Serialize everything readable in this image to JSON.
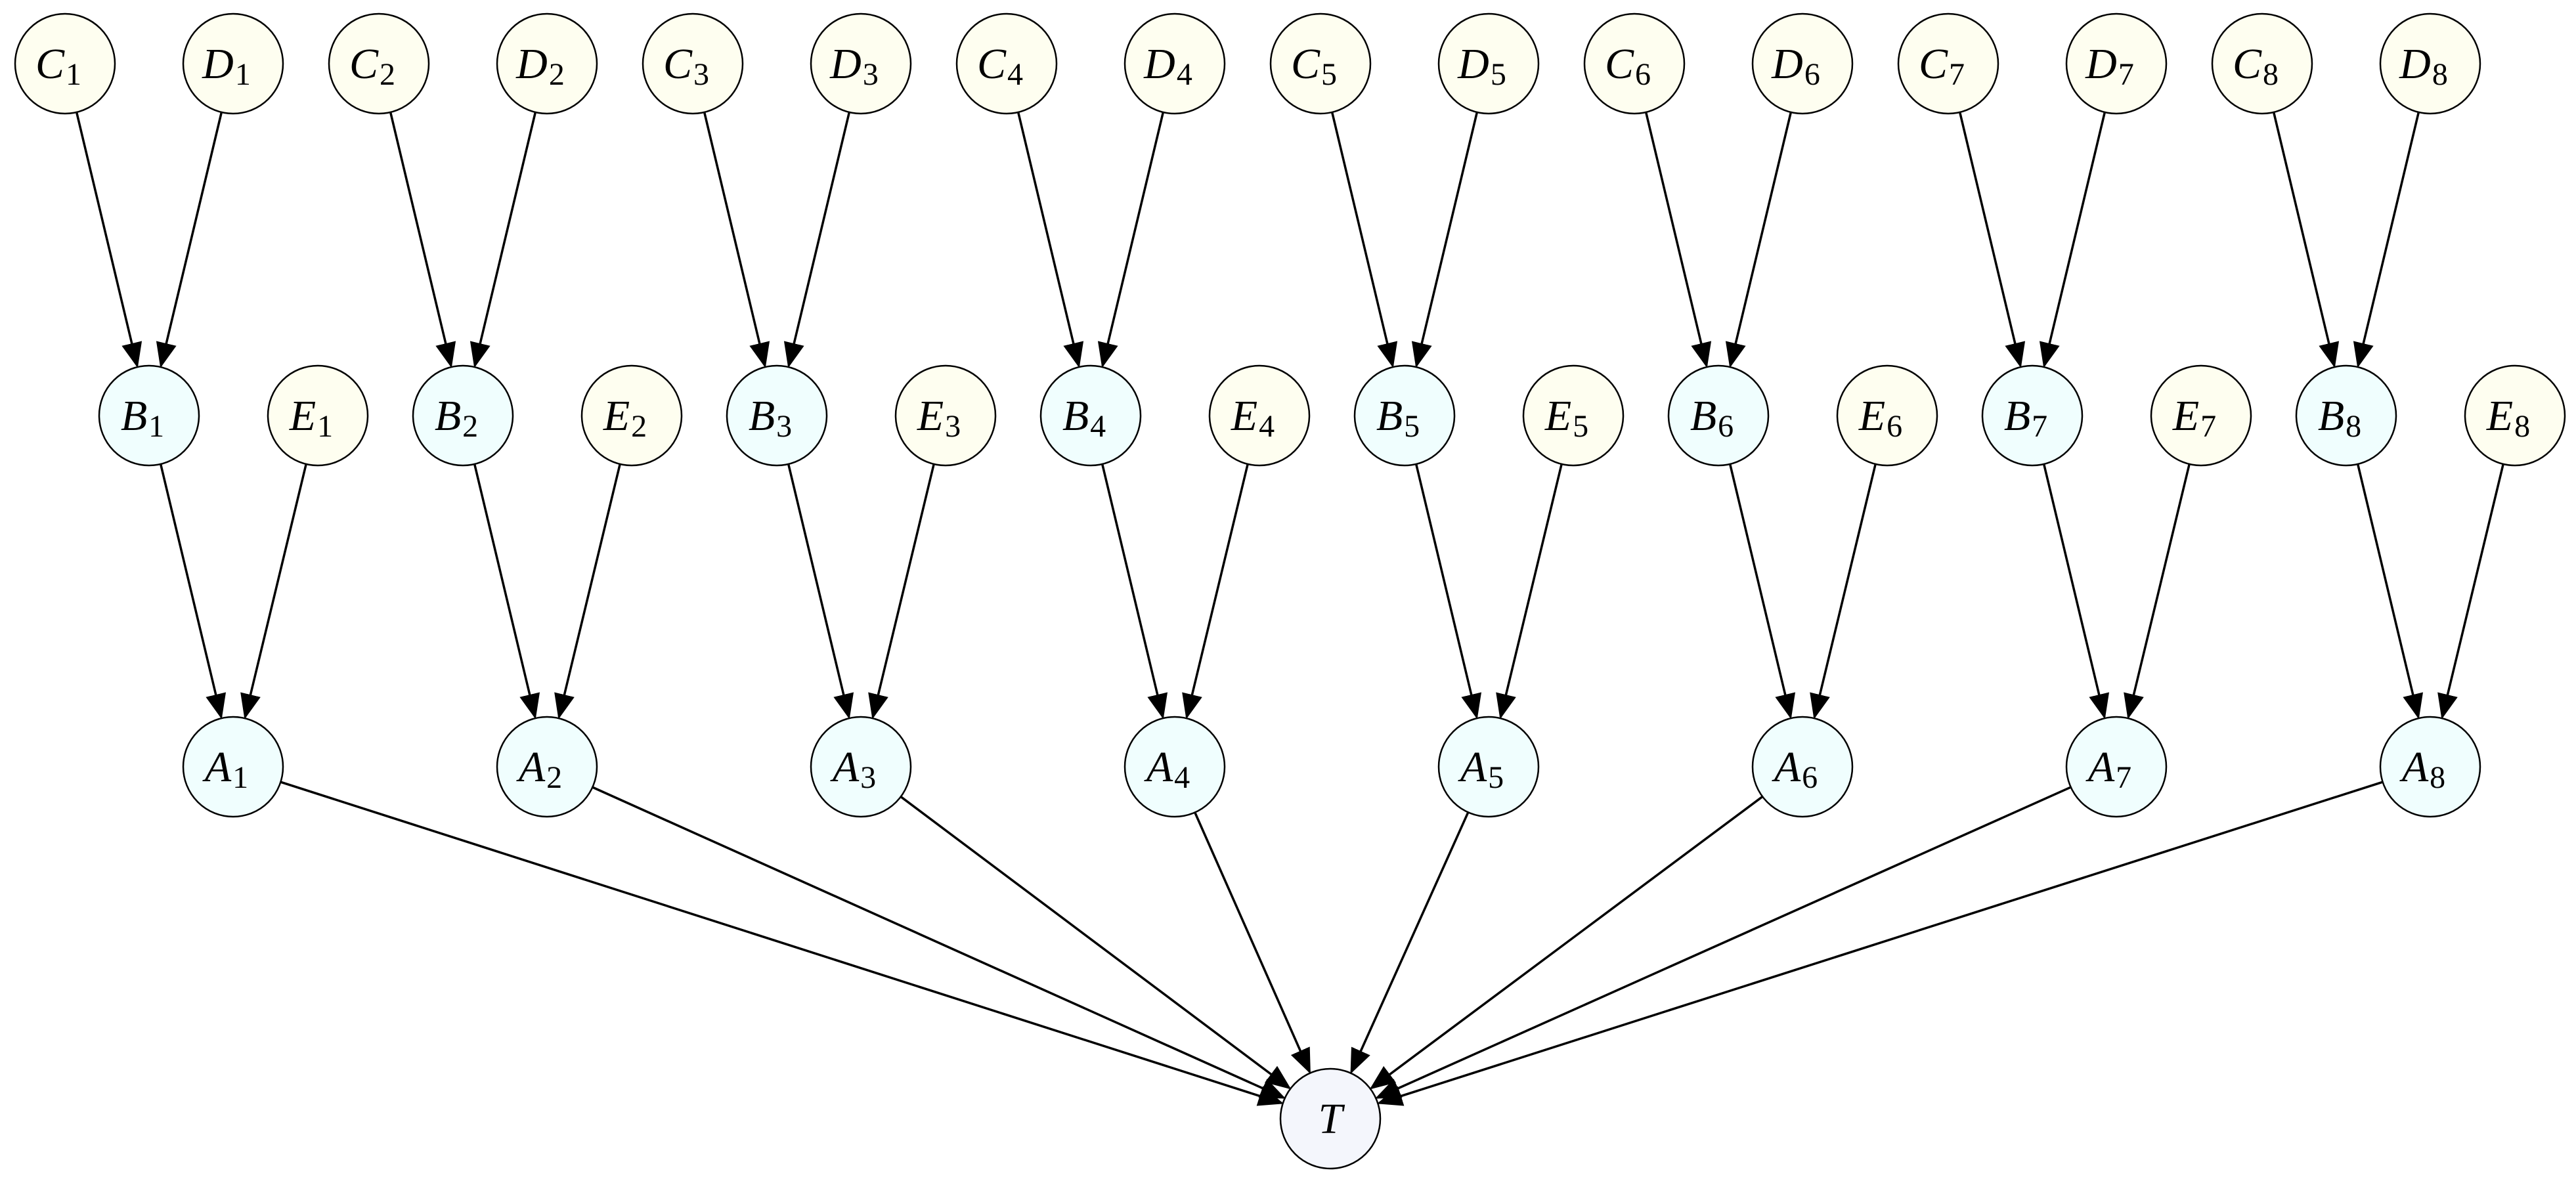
{
  "colors": {
    "leaf_fill": "#fefef0",
    "inner_fill": "#f0fefe",
    "root_fill": "#f4f6fc",
    "stroke": "#000000"
  },
  "nodes": {
    "T": {
      "letter": "T",
      "sub": ""
    },
    "A1": {
      "letter": "A",
      "sub": "1"
    },
    "A2": {
      "letter": "A",
      "sub": "2"
    },
    "A3": {
      "letter": "A",
      "sub": "3"
    },
    "A4": {
      "letter": "A",
      "sub": "4"
    },
    "A5": {
      "letter": "A",
      "sub": "5"
    },
    "A6": {
      "letter": "A",
      "sub": "6"
    },
    "A7": {
      "letter": "A",
      "sub": "7"
    },
    "A8": {
      "letter": "A",
      "sub": "8"
    },
    "B1": {
      "letter": "B",
      "sub": "1"
    },
    "B2": {
      "letter": "B",
      "sub": "2"
    },
    "B3": {
      "letter": "B",
      "sub": "3"
    },
    "B4": {
      "letter": "B",
      "sub": "4"
    },
    "B5": {
      "letter": "B",
      "sub": "5"
    },
    "B6": {
      "letter": "B",
      "sub": "6"
    },
    "B7": {
      "letter": "B",
      "sub": "7"
    },
    "B8": {
      "letter": "B",
      "sub": "8"
    },
    "E1": {
      "letter": "E",
      "sub": "1"
    },
    "E2": {
      "letter": "E",
      "sub": "2"
    },
    "E3": {
      "letter": "E",
      "sub": "3"
    },
    "E4": {
      "letter": "E",
      "sub": "4"
    },
    "E5": {
      "letter": "E",
      "sub": "5"
    },
    "E6": {
      "letter": "E",
      "sub": "6"
    },
    "E7": {
      "letter": "E",
      "sub": "7"
    },
    "E8": {
      "letter": "E",
      "sub": "8"
    },
    "C1": {
      "letter": "C",
      "sub": "1"
    },
    "C2": {
      "letter": "C",
      "sub": "2"
    },
    "C3": {
      "letter": "C",
      "sub": "3"
    },
    "C4": {
      "letter": "C",
      "sub": "4"
    },
    "C5": {
      "letter": "C",
      "sub": "5"
    },
    "C6": {
      "letter": "C",
      "sub": "6"
    },
    "C7": {
      "letter": "C",
      "sub": "7"
    },
    "C8": {
      "letter": "C",
      "sub": "8"
    },
    "D1": {
      "letter": "D",
      "sub": "1"
    },
    "D2": {
      "letter": "D",
      "sub": "2"
    },
    "D3": {
      "letter": "D",
      "sub": "3"
    },
    "D4": {
      "letter": "D",
      "sub": "4"
    },
    "D5": {
      "letter": "D",
      "sub": "5"
    },
    "D6": {
      "letter": "D",
      "sub": "6"
    },
    "D7": {
      "letter": "D",
      "sub": "7"
    },
    "D8": {
      "letter": "D",
      "sub": "8"
    }
  },
  "edges": [
    [
      "C1",
      "B1"
    ],
    [
      "D1",
      "B1"
    ],
    [
      "C2",
      "B2"
    ],
    [
      "D2",
      "B2"
    ],
    [
      "C3",
      "B3"
    ],
    [
      "D3",
      "B3"
    ],
    [
      "C4",
      "B4"
    ],
    [
      "D4",
      "B4"
    ],
    [
      "C5",
      "B5"
    ],
    [
      "D5",
      "B5"
    ],
    [
      "C6",
      "B6"
    ],
    [
      "D6",
      "B6"
    ],
    [
      "C7",
      "B7"
    ],
    [
      "D7",
      "B7"
    ],
    [
      "C8",
      "B8"
    ],
    [
      "D8",
      "B8"
    ],
    [
      "B1",
      "A1"
    ],
    [
      "E1",
      "A1"
    ],
    [
      "B2",
      "A2"
    ],
    [
      "E2",
      "A2"
    ],
    [
      "B3",
      "A3"
    ],
    [
      "E3",
      "A3"
    ],
    [
      "B4",
      "A4"
    ],
    [
      "E4",
      "A4"
    ],
    [
      "B5",
      "A5"
    ],
    [
      "E5",
      "A5"
    ],
    [
      "B6",
      "A6"
    ],
    [
      "E6",
      "A6"
    ],
    [
      "B7",
      "A7"
    ],
    [
      "E7",
      "A7"
    ],
    [
      "B8",
      "A8"
    ],
    [
      "E8",
      "A8"
    ],
    [
      "A1",
      "T"
    ],
    [
      "A2",
      "T"
    ],
    [
      "A3",
      "T"
    ],
    [
      "A4",
      "T"
    ],
    [
      "A5",
      "T"
    ],
    [
      "A6",
      "T"
    ],
    [
      "A7",
      "T"
    ],
    [
      "A8",
      "T"
    ]
  ]
}
